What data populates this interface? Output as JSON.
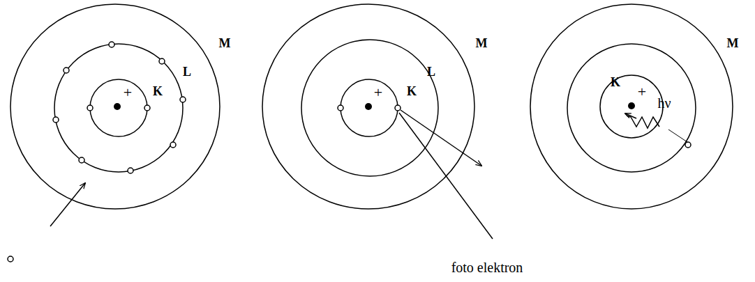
{
  "diagram": {
    "labels": [
      "M",
      "L",
      "K",
      "+",
      "M",
      "L",
      "K",
      "+",
      "M",
      "K",
      "+",
      "hν",
      "foto elektron"
    ]
  }
}
